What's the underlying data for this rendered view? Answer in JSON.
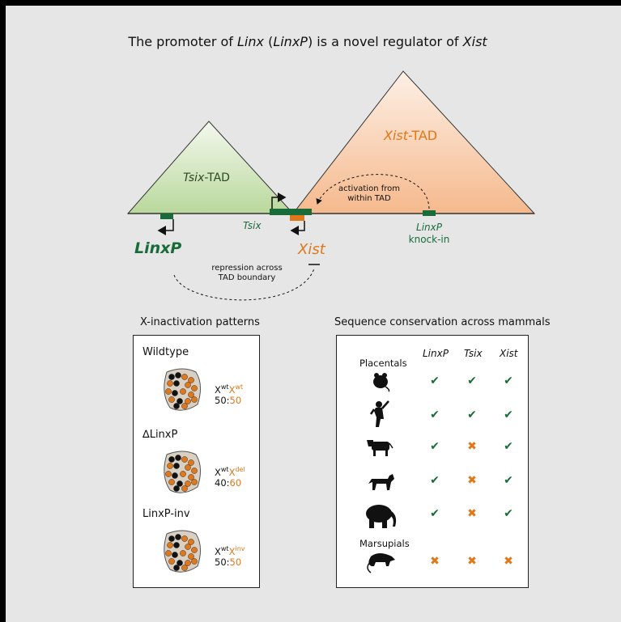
{
  "title": {
    "pre": "The promoter of ",
    "linx": "Linx",
    "mid1": " (",
    "linxp": "LinxP",
    "mid2": ") is a novel regulator of ",
    "xist": "Xist"
  },
  "diagram": {
    "tsix_tad_italic": "Tsix",
    "tsix_tad_suffix": "-TAD",
    "xist_tad_italic": "Xist",
    "xist_tad_suffix": "-TAD",
    "tsix_label": "Tsix",
    "linxp_label": "LinxP",
    "xist_label": "Xist",
    "activation_line1": "activation from",
    "activation_line2": "within TAD",
    "knockin_italic": "LinxP",
    "knockin_line2": "knock-in",
    "repression_line1": "repression across",
    "repression_line2": "TAD boundary",
    "colors": {
      "green": "#1a6b3a",
      "orange": "#e07819",
      "green_fill": "#cfe3b8",
      "orange_fill": "#f7c9a8"
    }
  },
  "xinactivation": {
    "title": "X-inactivation patterns",
    "rows": [
      {
        "name": "Wildtype",
        "x1": "X",
        "sup1": "wt",
        "x2": "X",
        "sup2": "wt",
        "r1": "50",
        "r2": "50"
      },
      {
        "name": "∆LinxP",
        "x1": "X",
        "sup1": "wt",
        "x2": "X",
        "sup2": "del",
        "r1": "40",
        "r2": "60"
      },
      {
        "name": "LinxP-inv",
        "x1": "X",
        "sup1": "wt",
        "x2": "X",
        "sup2": "inv",
        "r1": "50",
        "r2": "50"
      }
    ]
  },
  "conservation": {
    "title": "Sequence conservation across mammals",
    "columns": [
      "LinxP",
      "Tsix",
      "Xist"
    ],
    "groups": [
      "Placentals",
      "Marsupials"
    ],
    "rows": [
      {
        "animal": "mouse-icon",
        "marks": [
          "✔",
          "✔",
          "✔"
        ]
      },
      {
        "animal": "human-icon",
        "marks": [
          "✔",
          "✔",
          "✔"
        ]
      },
      {
        "animal": "cow-icon",
        "marks": [
          "✔",
          "✖",
          "✔"
        ]
      },
      {
        "animal": "dog-icon",
        "marks": [
          "✔",
          "✖",
          "✔"
        ]
      },
      {
        "animal": "elephant-icon",
        "marks": [
          "✔",
          "✖",
          "✔"
        ]
      },
      {
        "animal": "opossum-icon",
        "marks": [
          "✖",
          "✖",
          "✖"
        ]
      }
    ]
  }
}
